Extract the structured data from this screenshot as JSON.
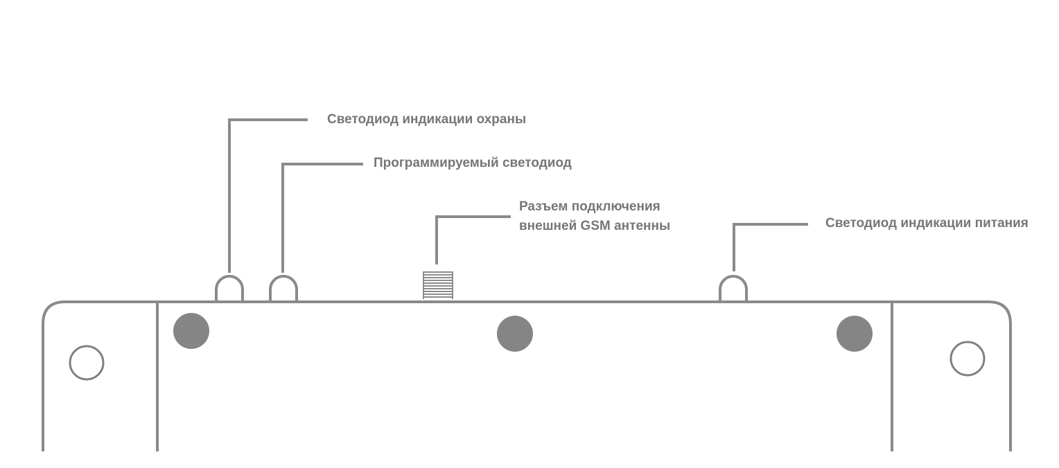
{
  "labels": {
    "guard_led": "Светодиод индикации охраны",
    "programmable_led": "Программируемый светодиод",
    "antenna_connector_line1": "Разъем подключения",
    "antenna_connector_line2": "внешней GSM антенны",
    "power_led": "Светодиод индикации питания"
  },
  "colors": {
    "stroke": "#8a8a8a",
    "text": "#767676",
    "screw": "#858585"
  }
}
